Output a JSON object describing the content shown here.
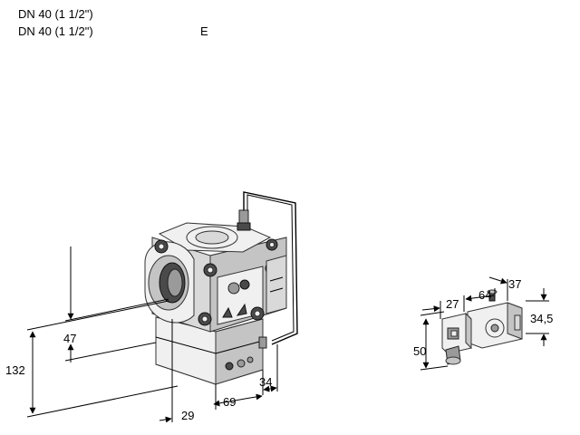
{
  "header": {
    "line1": "DN 40 (1 1/2\")",
    "line2": "DN 40 (1 1/2\")",
    "variant": "E"
  },
  "dimensions": {
    "valve": {
      "height_total": "132",
      "height_outlet": "47",
      "width_29": "29",
      "width_69": "69",
      "width_34": "34"
    },
    "coil": {
      "d27": "27",
      "d64": "64",
      "d37": "37",
      "d34_5": "34,5",
      "d50": "50"
    }
  }
}
